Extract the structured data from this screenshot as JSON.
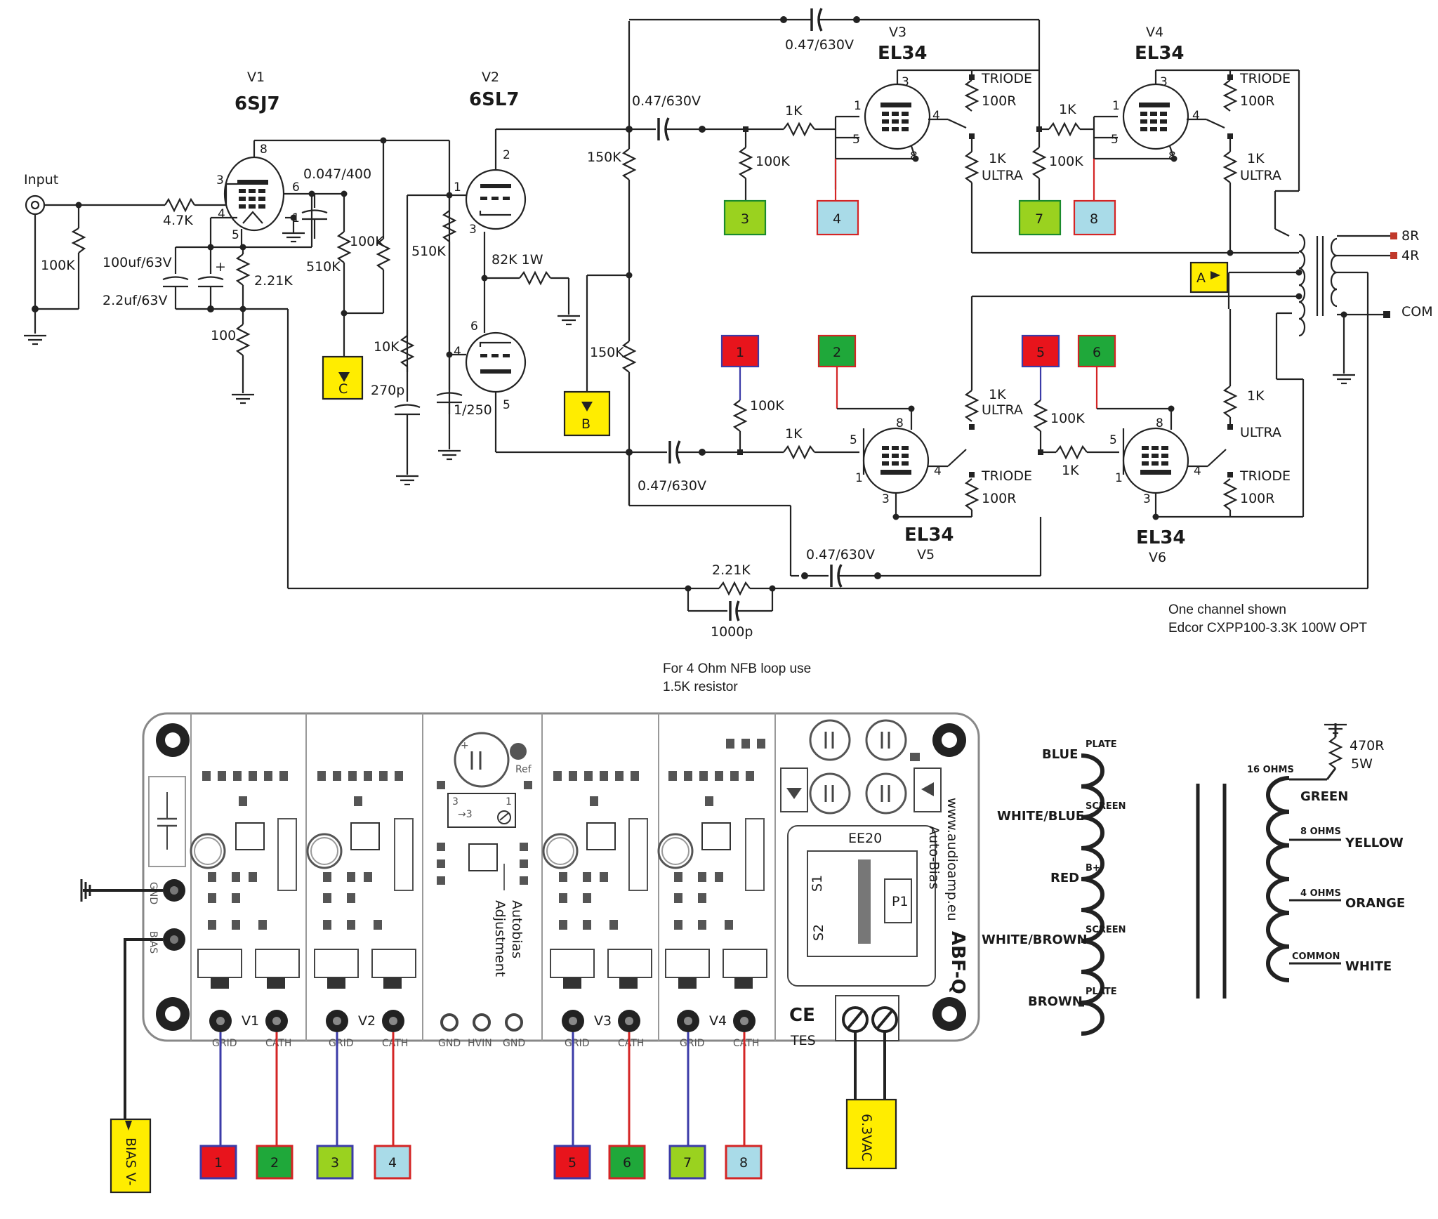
{
  "input": {
    "label": "Input"
  },
  "tubes": {
    "v1": {
      "id": "V1",
      "type": "6SJ7"
    },
    "v2": {
      "id": "V2",
      "type": "6SL7"
    },
    "v3": {
      "id": "V3",
      "type": "EL34"
    },
    "v4": {
      "id": "V4",
      "type": "EL34"
    },
    "v5": {
      "id": "V5",
      "type": "EL34"
    },
    "v6": {
      "id": "V6",
      "type": "EL34"
    }
  },
  "components": {
    "r_in_grid": "100K",
    "r_in": "4.7K",
    "cap_bypass1": "100uf/63V",
    "cap_bypass2": "2.2uf/63V",
    "r_cath1": "2.21K",
    "r_cath2": "100",
    "cap_screen": "0.047/400",
    "r_510k_a": "510K",
    "r_100k_plate": "100K",
    "r_510k_b": "510K",
    "r_10k": "10K",
    "cap_270p": "270p",
    "cap_1_250": "1/250",
    "r_82k": "82K 1W",
    "r_150k_top": "150K",
    "r_150k_bot": "150K",
    "cap_top_coupling": "0.47/630V",
    "cap_top_cross": "0.47/630V",
    "cap_bot_coupling": "0.47/630V",
    "cap_bot_cross": "0.47/630V",
    "r_grid_v3": "100K",
    "r_stop_v3": "1K",
    "r_grid_v4": "100K",
    "r_stop_v4": "1K",
    "r_grid_v5": "100K",
    "r_stop_v5": "1K",
    "r_grid_v6": "100K",
    "r_stop_v6": "1K",
    "triode_label": "TRIODE",
    "r_100r": "100R",
    "ultra_label": "ULTRA",
    "r_1k": "1K",
    "r_nfb": "2.21K",
    "cap_nfb": "1000p"
  },
  "output": {
    "tap_8r": "8R",
    "tap_4r": "4R",
    "tap_com": "COM"
  },
  "connectors": {
    "a": "A",
    "b": "B",
    "c": "C",
    "c1": "1",
    "c2": "2",
    "c3": "3",
    "c4": "4",
    "c5": "5",
    "c6": "6",
    "c7": "7",
    "c8": "8"
  },
  "notes": {
    "one_channel": "One channel shown",
    "opt": "Edcor CXPP100-3.3K 100W OPT",
    "nfb_line1": "For 4 Ohm NFB loop use",
    "nfb_line2": "1.5K resistor"
  },
  "board": {
    "chip_label": "EE20",
    "s1": "S1",
    "s2": "S2",
    "p1": "P1",
    "brand1": "Auto-Bias",
    "brand2": "www.audioamp.eu",
    "model": "ABF-Q",
    "ref": "Ref",
    "autobias1": "Autobias",
    "autobias2": "Adjustment",
    "ce": "CE",
    "tes": "TES",
    "v1": "V1",
    "v2": "V2",
    "v3": "V3",
    "v4": "V4",
    "gnd": "GND",
    "hvin": "HVIN",
    "grid": "GRID",
    "cath": "CATH",
    "bias": "BIAS",
    "bias_v": "BIAS V-",
    "vac": "6.3VAC"
  },
  "transformer": {
    "blue": "BLUE",
    "plate_top": "PLATE",
    "white_blue": "WHITE/BLUE",
    "screen_top": "SCREEN",
    "red": "RED",
    "bplus": "B+",
    "white_brown": "WHITE/BROWN",
    "screen_bot": "SCREEN",
    "brown": "BROWN",
    "plate_bot": "PLATE",
    "r470": "470R",
    "r5w": "5W",
    "ohms16": "16 OHMS",
    "green": "GREEN",
    "ohms8": "8 OHMS",
    "yellow": "YELLOW",
    "ohms4": "4 OHMS",
    "orange": "ORANGE",
    "common": "COMMON",
    "white": "WHITE"
  },
  "colors": {
    "red": "#e8141c",
    "green": "#1fa83a",
    "lime": "#9ad21f",
    "lightblue": "#a9dbe8",
    "yellow": "#ffed00",
    "wire_blue": "#3b3ba8",
    "wire_red": "#d42525"
  }
}
